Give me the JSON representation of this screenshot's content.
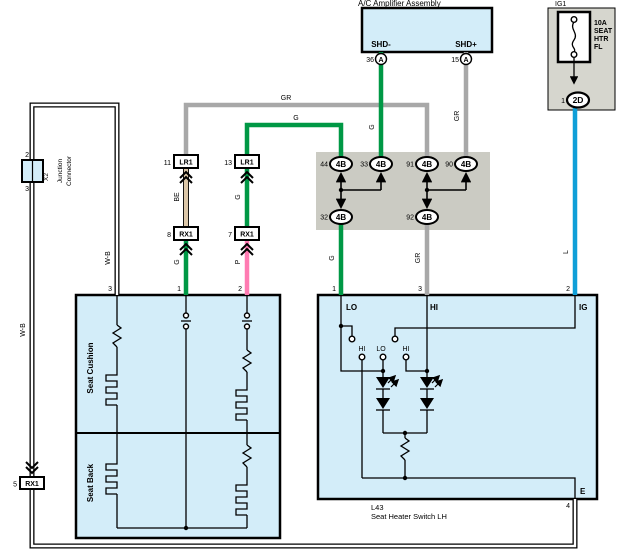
{
  "colors": {
    "green": "#009845",
    "gray-wire": "#a8a8a8",
    "beige": "#dcc7a8",
    "pink": "#ff7bb2",
    "lightblue-wire": "#0f9fd8",
    "block-fill": "#d3edf9",
    "junction-fill": "#cbcbc3",
    "fusebox-fill": "#d6d6ce"
  },
  "amplifier": {
    "title": "A/C Amplifier Assembly",
    "shd_minus": {
      "label": "SHD-",
      "number": "36",
      "conn": "A"
    },
    "shd_plus": {
      "label": "SHD+",
      "number": "15",
      "conn": "A"
    }
  },
  "fuse": {
    "title": "IG1",
    "lines": [
      "10A",
      "SEAT",
      "HTR",
      "FL"
    ],
    "pin_number": "1",
    "pin_conn": "2D"
  },
  "j4b": {
    "p44": {
      "n": "44",
      "c": "4B"
    },
    "p33": {
      "n": "33",
      "c": "4B"
    },
    "p91": {
      "n": "91",
      "c": "4B"
    },
    "p90": {
      "n": "90",
      "c": "4B"
    },
    "p32": {
      "n": "32",
      "c": "4B"
    },
    "p92": {
      "n": "92",
      "c": "4B"
    }
  },
  "conn": {
    "lr1a": {
      "n": "11",
      "c": "LR1"
    },
    "lr1b": {
      "n": "13",
      "c": "LR1"
    },
    "rx1a": {
      "n": "8",
      "c": "RX1"
    },
    "rx1b": {
      "n": "7",
      "c": "RX1"
    },
    "rx1c": {
      "n": "5",
      "c": "RX1"
    }
  },
  "jc": {
    "line1": "Junction",
    "line2": "Connector",
    "code": "X2",
    "pin_top": "2",
    "pin_bottom": "3"
  },
  "seat": {
    "cushion": "Seat Cushion",
    "back": "Seat Back",
    "pin3": "3",
    "pin1": "1",
    "pin2": "2"
  },
  "sw": {
    "code": "L43",
    "name": "Seat Heater Switch LH",
    "lo": "LO",
    "hi": "HI",
    "ig": "IG",
    "e": "E",
    "n_lo": "1",
    "n_hi": "3",
    "n_ig": "2",
    "n_e": "4",
    "contacts": [
      "HI",
      "LO",
      "HI"
    ]
  },
  "wl": {
    "gr_top": "GR",
    "g_top": "G",
    "g_shd": "G",
    "gr_shd": "GR",
    "be": "BE",
    "g13": "G",
    "g8": "G",
    "p7": "P",
    "g_lo": "G",
    "gr_hi": "GR",
    "l": "L",
    "wb1": "W-B",
    "wb2": "W-B"
  }
}
